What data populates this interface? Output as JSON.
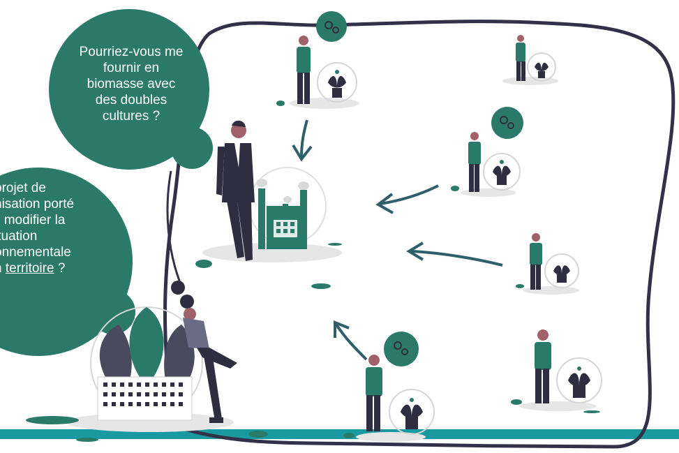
{
  "colors": {
    "teal_dark": "#2a7a6a",
    "bubble": "#2b7a69",
    "navy": "#2f2e41",
    "path": "#33314a",
    "arrow": "#2f5f6b",
    "bottom_band": "#1a9aa0",
    "ground": "#e6e6e6",
    "leaf_grey": "#4a4a5e"
  },
  "bubble_top": {
    "lines": [
      "Pourriez-vous me",
      "fournir en",
      "biomasse avec",
      "des doubles",
      "cultures ?"
    ]
  },
  "bubble_left": {
    "lines": [
      "projet de",
      "nisation porté",
      "il modifier la",
      "ituation",
      "onnementale"
    ],
    "last_prefix": "n ",
    "last_link": "territoire",
    "last_suffix": " ?"
  },
  "icons": {
    "gear_bubble": "gears-icon",
    "plant": "plant-in-globe-icon",
    "factory": "factory-in-globe-icon",
    "city": "city-building-icon"
  }
}
